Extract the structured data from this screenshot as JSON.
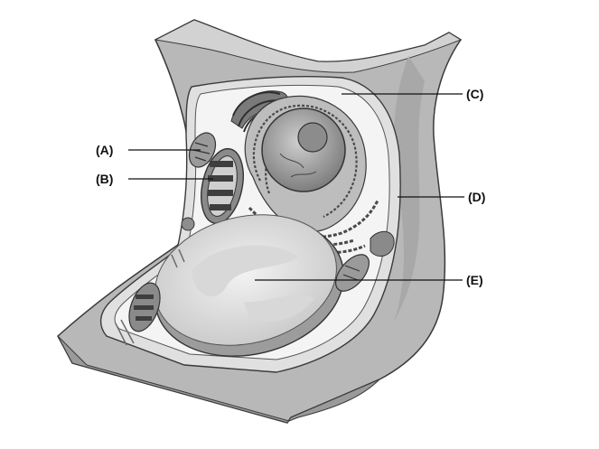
{
  "labels": {
    "a": "(A)",
    "b": "(B)",
    "c": "(C)",
    "d": "(D)",
    "e": "(E)"
  },
  "colors": {
    "wall": "#b8b8b8",
    "wall_dark": "#9a9a9a",
    "cytoplasm": "#f4f4f4",
    "membrane": "#d4d4d4",
    "vacuole": "#e6e6e6",
    "organelle_dark": "#6a6a6a",
    "outline": "#3a3a3a"
  }
}
